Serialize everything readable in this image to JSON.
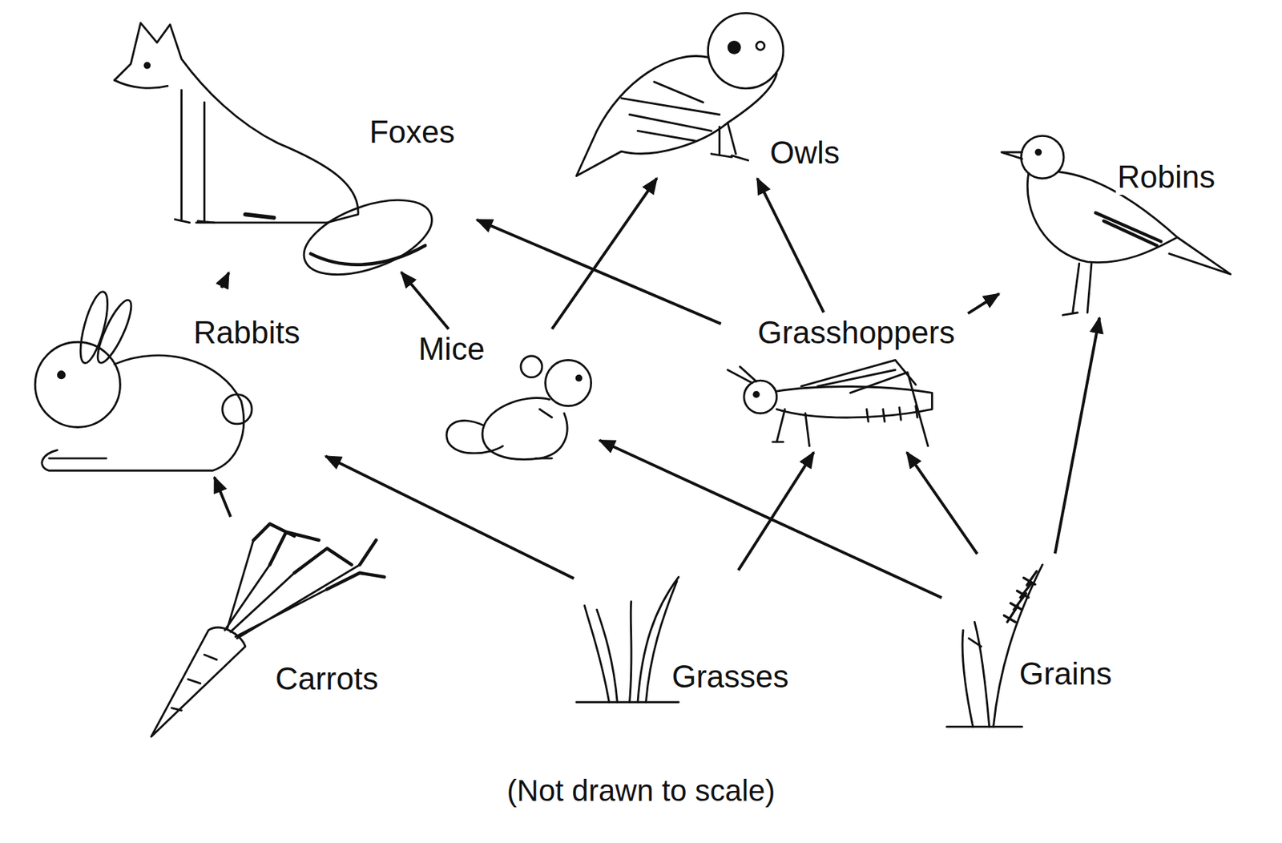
{
  "diagram": {
    "caption": "(Not drawn to scale)",
    "nodes": [
      {
        "text": [
          "Foxes"
        ]
      },
      {
        "text": [
          "Owls"
        ]
      },
      {
        "text": [
          "Robins"
        ]
      },
      {
        "text": [
          "Rabbits"
        ]
      },
      {
        "text": [
          "Mice"
        ]
      },
      {
        "text": [
          "Grasshoppers"
        ]
      },
      {
        "text": [
          "Carrots"
        ]
      },
      {
        "text": [
          "Grasses"
        ]
      },
      {
        "text": [
          "Grains"
        ]
      }
    ],
    "edges": [
      {
        "from": 6,
        "to": 3,
        "arrow": "to"
      },
      {
        "from": 7,
        "to": 3,
        "arrow": "to"
      },
      {
        "from": 3,
        "to": 0,
        "arrow": "to"
      },
      {
        "from": 4,
        "to": 0,
        "arrow": "to"
      },
      {
        "from": 5,
        "to": 0,
        "arrow": "to"
      },
      {
        "from": 4,
        "to": 1,
        "arrow": "to"
      },
      {
        "from": 5,
        "to": 1,
        "arrow": "to"
      },
      {
        "from": 5,
        "to": 2,
        "arrow": "to"
      },
      {
        "from": 8,
        "to": 2,
        "arrow": "to"
      },
      {
        "from": 7,
        "to": 5,
        "arrow": "to"
      },
      {
        "from": 8,
        "to": 5,
        "arrow": "to"
      },
      {
        "from": 8,
        "to": 4,
        "arrow": "to"
      }
    ]
  }
}
